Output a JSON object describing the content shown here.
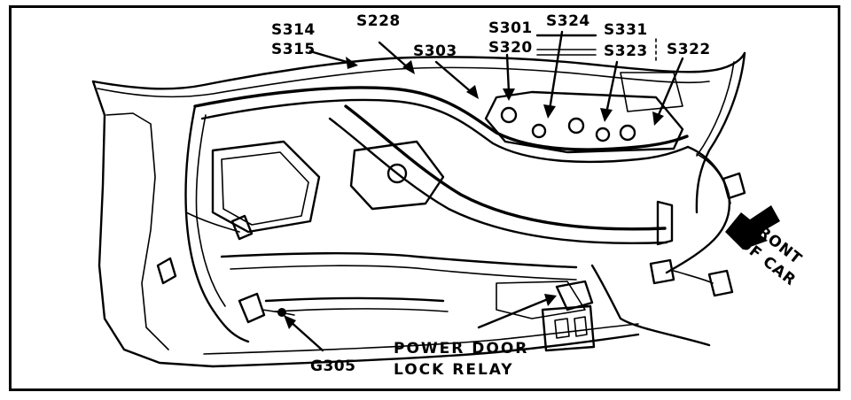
{
  "connector_labels": {
    "s314": "S314",
    "s315": "S315",
    "s228": "S228",
    "s303": "S303",
    "s301": "S301",
    "s320": "S320",
    "s324": "S324",
    "s331": "S331",
    "s323": "S323",
    "s322": "S322",
    "g305": "G305"
  },
  "relay_label": {
    "line1": "POWER DOOR",
    "line2": "LOCK RELAY"
  },
  "direction_label": {
    "line1": "FRONT",
    "line2": "OF CAR"
  }
}
